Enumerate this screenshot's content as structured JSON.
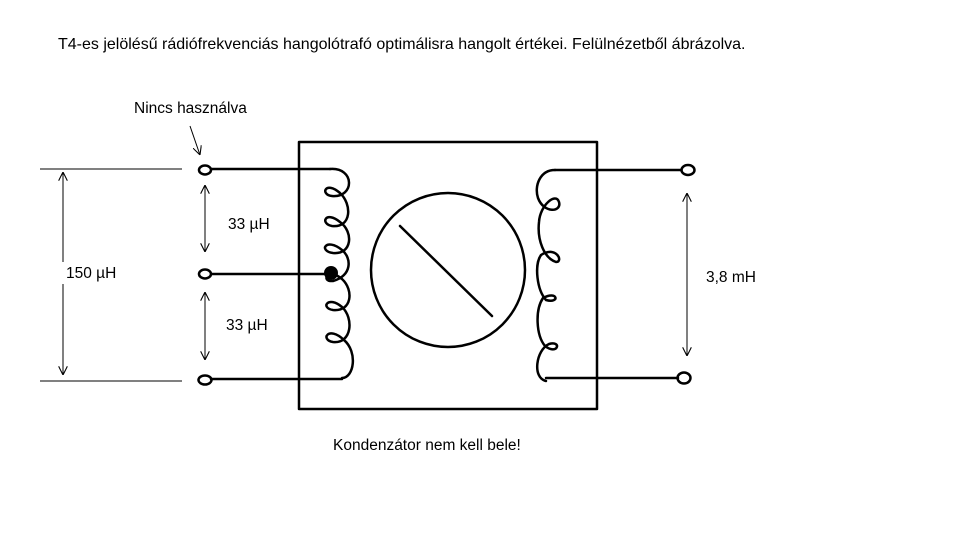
{
  "title": "T4-es jelölésű rádiófrekvenciás hangolótrafó optimálisra hangolt értékei. Felülnézetből ábrázolva.",
  "labels": {
    "unused": "Nincs használva",
    "upper_tap": "33 µH",
    "lower_tap": "33 µH",
    "primary_total": "150 µH",
    "secondary": "3,8 mH",
    "note": "Kondenzátor nem kell bele!"
  }
}
